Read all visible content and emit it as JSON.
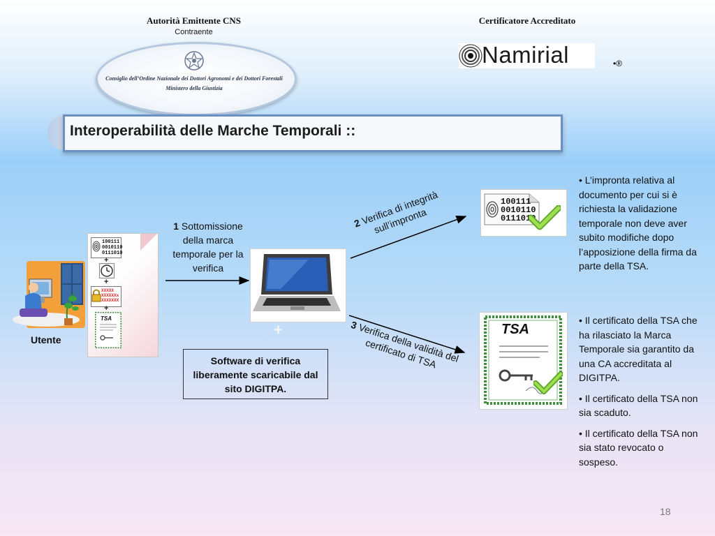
{
  "header": {
    "left_title": "Autorità Emittente CNS",
    "left_subtitle": "Contraente",
    "seal_line1": "Consiglio dell’Ordine Nazionale dei Dottori Agronomi e dei Dottori Forestali",
    "seal_line2": "Ministero della Giustizia",
    "right_title": "Certificatore Accreditato",
    "brand_name": "Namirial",
    "brand_mark": "•®"
  },
  "banner": {
    "title": "Interoperabilità delle Marche Temporali ::"
  },
  "user": {
    "label": "Utente"
  },
  "document_icon": {
    "binary_lines": [
      "100111",
      "0010110",
      "0111010"
    ],
    "xxx_lines": [
      "XXXXX",
      "XXXXXXx",
      "XXXXXXX"
    ],
    "tsa_label": "TSA",
    "plus": "+"
  },
  "step1": {
    "number": "1",
    "text_first": "Sottomissione",
    "text_rest": "della marca temporale per la verifica"
  },
  "step2": {
    "number": "2",
    "text_first": "Verifica di integrità",
    "text_second": "sull’impronta"
  },
  "step3": {
    "number": "3",
    "text_first": "Verifica della validità del",
    "text_second": "certificato di TSA"
  },
  "laptop": {
    "plus": "+"
  },
  "software_box": {
    "text": "Software di verifica liberamente scaricabile dal sito DIGITPA."
  },
  "card1": {
    "binary_lines": [
      "100111",
      "0010110",
      "0111010"
    ]
  },
  "card2": {
    "tsa_label": "TSA"
  },
  "right_top_text": "• L’impronta relativa al documento per cui si è richiesta la validazione temporale non deve aver subito modifiche dopo l’apposizione della firma da parte della TSA.",
  "right_bottom_bullets": [
    "• Il certificato della TSA che ha rilasciato la Marca Temporale sia garantito da una CA accreditata al DIGITPA.",
    "• Il certificato della TSA non sia scaduto.",
    "• Il certificato della TSA non sia stato revocato o sospeso."
  ],
  "page_number": "18",
  "colors": {
    "banner_border": "#6a90c3",
    "check_green": "#8fd13f",
    "arrow": "#000000"
  }
}
